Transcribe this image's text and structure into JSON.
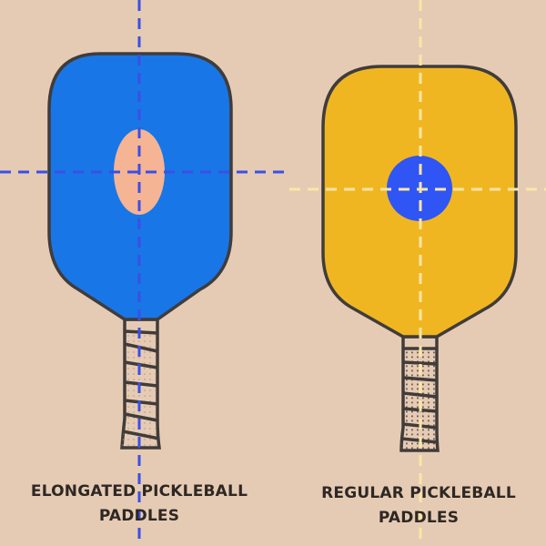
{
  "background_color": "#e6cbb4",
  "outline_color": "#403c3a",
  "paddles": [
    {
      "id": "elongated",
      "label_line1": "ELONGATED PICKLEBALL",
      "label_line2": "PADDLES",
      "face_color": "#1976e6",
      "sweet_spot_color": "#f5b494",
      "sweet_spot_shape": "ellipse",
      "guide_color": "#3b4fe6"
    },
    {
      "id": "regular",
      "label_line1": "REGULAR PICKLEBALL",
      "label_line2": "PADDLES",
      "face_color": "#f0b622",
      "sweet_spot_color": "#2f55f5",
      "sweet_spot_shape": "circle",
      "guide_color": "#fbe6a4"
    }
  ]
}
